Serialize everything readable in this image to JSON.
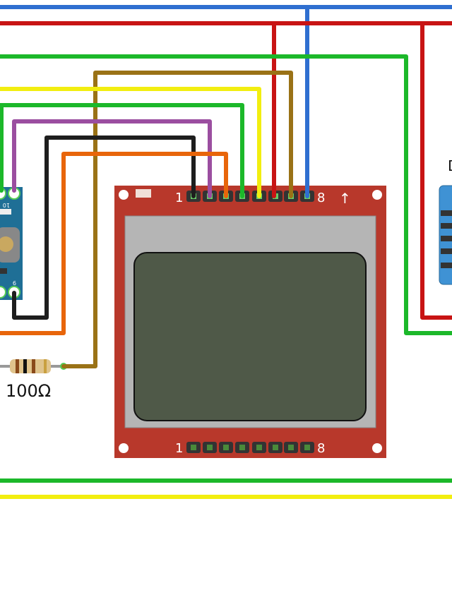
{
  "lcd": {
    "top_pin_first": "1",
    "top_pin_last": "8",
    "orientation_arrow": "↑",
    "bottom_pin_first": "1",
    "bottom_pin_last": "8",
    "board_color": "#b8382b",
    "screen_color": "#4f5948"
  },
  "resistor": {
    "label": "100Ω"
  },
  "left_module": {
    "pin_label_top": "10",
    "pin_label_bottom": "9",
    "color": "#1f6f96"
  },
  "right_sensor": {
    "label_partial": "D",
    "color": "#3f92d4"
  },
  "wire_colors": {
    "blue": "#2f6fd0",
    "red": "#c81414",
    "green": "#1cb82a",
    "yellow": "#f2ee10",
    "brown": "#9a7216",
    "purple": "#9b4ea0",
    "black": "#1e1e1e",
    "orange": "#e8650a"
  }
}
